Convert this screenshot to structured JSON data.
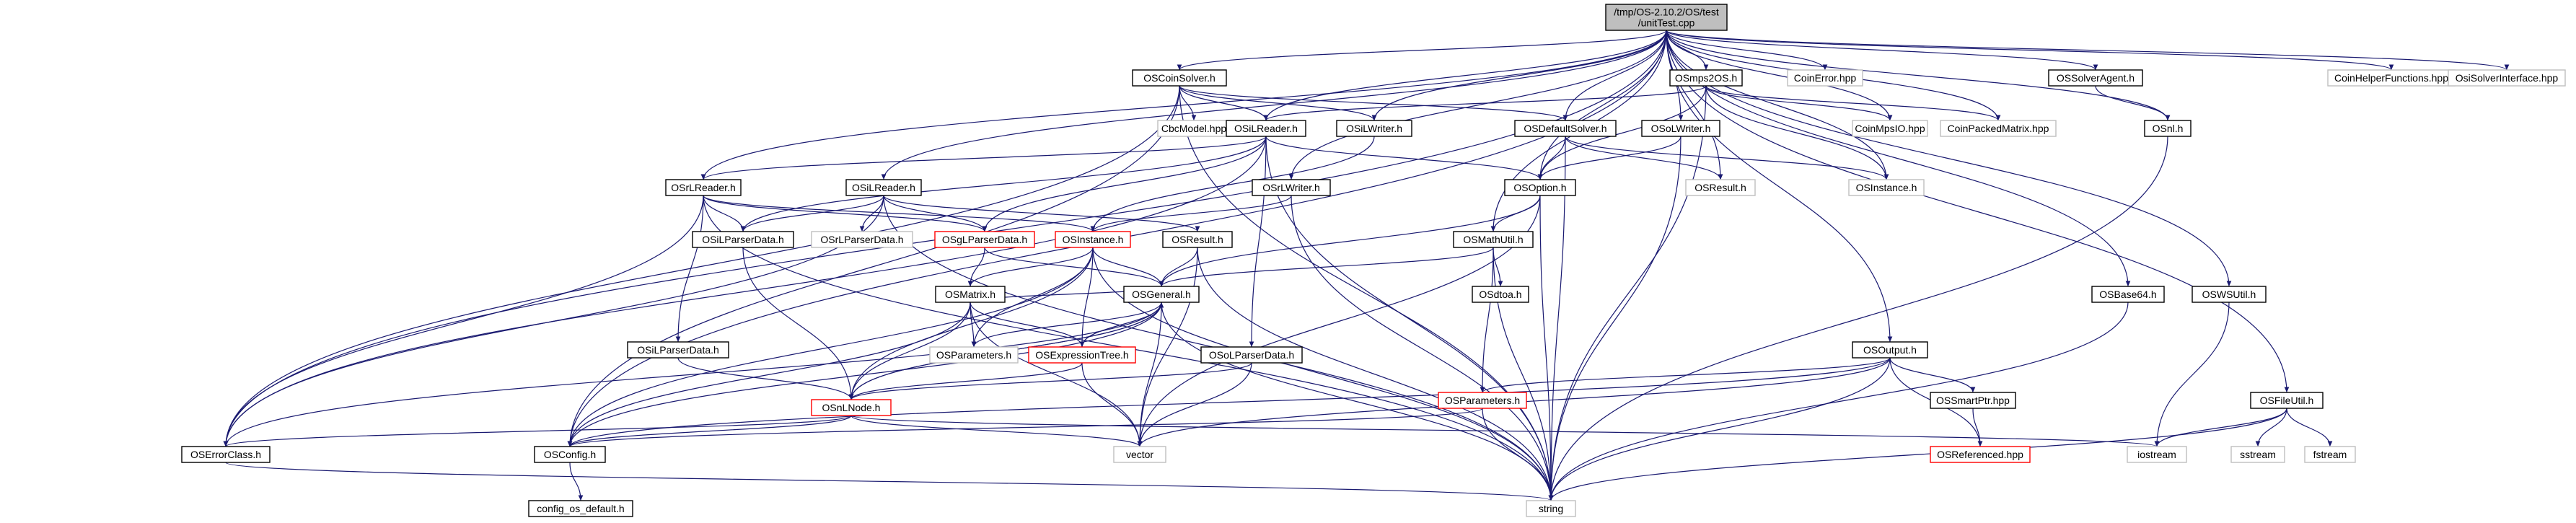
{
  "colors": {
    "edge": "#191970",
    "node_border_black": "#000000",
    "node_border_gray": "#bfbfbf",
    "node_border_red": "#ff0000",
    "root_fill": "#bfbfbf",
    "node_fill": "#ffffff",
    "text": "#000000"
  },
  "nodes": [
    {
      "id": "unittest",
      "label": "/tmp/OS-2.10.2/OS/test\n/unitTest.cpp",
      "style": "root"
    },
    {
      "id": "oscoinsolver",
      "label": "OSCoinSolver.h",
      "style": "black"
    },
    {
      "id": "osmps2os",
      "label": "OSmps2OS.h",
      "style": "black"
    },
    {
      "id": "coinerror",
      "label": "CoinError.hpp",
      "style": "gray"
    },
    {
      "id": "ossolveragent",
      "label": "OSSolverAgent.h",
      "style": "black"
    },
    {
      "id": "coinhelper",
      "label": "CoinHelperFunctions.hpp",
      "style": "gray"
    },
    {
      "id": "osisolver",
      "label": "OsiSolverInterface.hpp",
      "style": "gray"
    },
    {
      "id": "cbcmodel",
      "label": "CbcModel.hpp",
      "style": "gray"
    },
    {
      "id": "osilreader_top",
      "label": "OSiLReader.h",
      "style": "black"
    },
    {
      "id": "osilwriter_top",
      "label": "OSiLWriter.h",
      "style": "black"
    },
    {
      "id": "osdefaultsolver",
      "label": "OSDefaultSolver.h",
      "style": "black"
    },
    {
      "id": "osolwriter",
      "label": "OSoLWriter.h",
      "style": "black"
    },
    {
      "id": "coinmpsio",
      "label": "CoinMpsIO.hpp",
      "style": "gray"
    },
    {
      "id": "coinpackedmatrix",
      "label": "CoinPackedMatrix.hpp",
      "style": "gray"
    },
    {
      "id": "osnl",
      "label": "OSnl.h",
      "style": "black"
    },
    {
      "id": "osrlreader",
      "label": "OSrLReader.h",
      "style": "black"
    },
    {
      "id": "oslreader",
      "label": "OSiLReader.h",
      "style": "black"
    },
    {
      "id": "osrlwriter",
      "label": "OSrLWriter.h",
      "style": "black"
    },
    {
      "id": "osoption",
      "label": "OSOption.h",
      "style": "black"
    },
    {
      "id": "osresult_gray",
      "label": "OSResult.h",
      "style": "gray"
    },
    {
      "id": "osinstance_gray",
      "label": "OSInstance.h",
      "style": "gray"
    },
    {
      "id": "osilparserdata",
      "label": "OSiLParserData.h",
      "style": "black"
    },
    {
      "id": "osrlparserdata",
      "label": "OSrLParserData.h",
      "style": "gray"
    },
    {
      "id": "osglparserdata",
      "label": "OSgLParserData.h",
      "style": "red"
    },
    {
      "id": "osinstance",
      "label": "OSInstance.h",
      "style": "red"
    },
    {
      "id": "osresult",
      "label": "OSResult.h",
      "style": "black"
    },
    {
      "id": "osmathutil",
      "label": "OSMathUtil.h",
      "style": "black"
    },
    {
      "id": "osdtoa",
      "label": "OSdtoa.h",
      "style": "black"
    },
    {
      "id": "osmatrix",
      "label": "OSMatrix.h",
      "style": "black"
    },
    {
      "id": "osgeneral",
      "label": "OSGeneral.h",
      "style": "black"
    },
    {
      "id": "osbase64",
      "label": "OSBase64.h",
      "style": "black"
    },
    {
      "id": "oswsutil",
      "label": "OSWSUtil.h",
      "style": "black"
    },
    {
      "id": "osoutput",
      "label": "OSOutput.h",
      "style": "black"
    },
    {
      "id": "osilparserdata2",
      "label": "OSoLParserData.h",
      "style": "black"
    },
    {
      "id": "osparameters",
      "label": "OSParameters.h",
      "style": "gray"
    },
    {
      "id": "osexpressiontree",
      "label": "OSExpressionTree.h",
      "style": "red"
    },
    {
      "id": "osolparserdata",
      "label": "OSoLParserData.h",
      "style": "black"
    },
    {
      "id": "osnlnode",
      "label": "OSnLNode.h",
      "style": "red"
    },
    {
      "id": "osparameters_red",
      "label": "OSParameters.h",
      "style": "red"
    },
    {
      "id": "ossmartptr",
      "label": "OSSmartPtr.hpp",
      "style": "black"
    },
    {
      "id": "osfileutil",
      "label": "OSFileUtil.h",
      "style": "black"
    },
    {
      "id": "oserrorclass",
      "label": "OSErrorClass.h",
      "style": "black"
    },
    {
      "id": "osconfig",
      "label": "OSConfig.h",
      "style": "black"
    },
    {
      "id": "vector",
      "label": "vector",
      "style": "gray"
    },
    {
      "id": "osreferenced",
      "label": "OSReferenced.hpp",
      "style": "red"
    },
    {
      "id": "iostream",
      "label": "iostream",
      "style": "gray"
    },
    {
      "id": "sstream",
      "label": "sstream",
      "style": "gray"
    },
    {
      "id": "fstream",
      "label": "fstream",
      "style": "gray"
    },
    {
      "id": "config_os_default",
      "label": "config_os_default.h",
      "style": "black"
    },
    {
      "id": "string",
      "label": "string",
      "style": "gray"
    }
  ],
  "edges": [
    [
      "unittest",
      "oscoinsolver"
    ],
    [
      "unittest",
      "osmps2os"
    ],
    [
      "unittest",
      "coinerror"
    ],
    [
      "unittest",
      "ossolveragent"
    ],
    [
      "unittest",
      "coinhelper"
    ],
    [
      "unittest",
      "osisolver"
    ],
    [
      "unittest",
      "osilreader_top"
    ],
    [
      "unittest",
      "osilwriter_top"
    ],
    [
      "unittest",
      "osdefaultsolver"
    ],
    [
      "unittest",
      "osolwriter"
    ],
    [
      "unittest",
      "coinmpsio"
    ],
    [
      "unittest",
      "coinpackedmatrix"
    ],
    [
      "unittest",
      "osnl"
    ],
    [
      "unittest",
      "osrlreader"
    ],
    [
      "unittest",
      "oslreader"
    ],
    [
      "unittest",
      "osrlwriter"
    ],
    [
      "unittest",
      "osoption"
    ],
    [
      "unittest",
      "osresult_gray"
    ],
    [
      "unittest",
      "osinstance_gray"
    ],
    [
      "unittest",
      "osmathutil"
    ],
    [
      "unittest",
      "osbase64"
    ],
    [
      "unittest",
      "oswsutil"
    ],
    [
      "unittest",
      "osoutput"
    ],
    [
      "unittest",
      "osfileutil"
    ],
    [
      "unittest",
      "oserrorclass"
    ],
    [
      "unittest",
      "osconfig"
    ],
    [
      "oscoinsolver",
      "cbcmodel"
    ],
    [
      "oscoinsolver",
      "osilreader_top"
    ],
    [
      "oscoinsolver",
      "osilwriter_top"
    ],
    [
      "oscoinsolver",
      "osdefaultsolver"
    ],
    [
      "oscoinsolver",
      "oserrorclass"
    ],
    [
      "oscoinsolver",
      "osconfig"
    ],
    [
      "oscoinsolver",
      "string"
    ],
    [
      "osmps2os",
      "osilreader_top"
    ],
    [
      "osmps2os",
      "coinmpsio"
    ],
    [
      "osmps2os",
      "coinpackedmatrix"
    ],
    [
      "osmps2os",
      "osoption"
    ],
    [
      "osmps2os",
      "osinstance_gray"
    ],
    [
      "osmps2os",
      "string"
    ],
    [
      "ossolveragent",
      "osnl"
    ],
    [
      "osnl",
      "string"
    ],
    [
      "osilreader_top",
      "osrlreader"
    ],
    [
      "osilreader_top",
      "osilparserdata"
    ],
    [
      "osilreader_top",
      "osglparserdata"
    ],
    [
      "osilreader_top",
      "osoption"
    ],
    [
      "osilreader_top",
      "osolparserdata"
    ],
    [
      "osilreader_top",
      "oserrorclass"
    ],
    [
      "osilreader_top",
      "string"
    ],
    [
      "osilwriter_top",
      "osinstance"
    ],
    [
      "osdefaultsolver",
      "osoption"
    ],
    [
      "osdefaultsolver",
      "osresult_gray"
    ],
    [
      "osdefaultsolver",
      "osinstance_gray"
    ],
    [
      "osdefaultsolver",
      "string"
    ],
    [
      "osolwriter",
      "osoption"
    ],
    [
      "osolwriter",
      "string"
    ],
    [
      "osrlreader",
      "osilparserdata"
    ],
    [
      "osrlreader",
      "osglparserdata"
    ],
    [
      "osrlreader",
      "osinstance"
    ],
    [
      "osrlreader",
      "osrlparserdata2"
    ],
    [
      "osrlreader",
      "oserrorclass"
    ],
    [
      "osrlreader",
      "string"
    ],
    [
      "oslreader",
      "osilparserdata"
    ],
    [
      "oslreader",
      "osrlparserdata"
    ],
    [
      "oslreader",
      "osglparserdata"
    ],
    [
      "oslreader",
      "osresult"
    ],
    [
      "oslreader",
      "oserrorclass"
    ],
    [
      "oslreader",
      "string"
    ],
    [
      "osrlwriter",
      "osinstance"
    ],
    [
      "osrlwriter",
      "string"
    ],
    [
      "osoption",
      "osmathutil"
    ],
    [
      "osoption",
      "osgeneral"
    ],
    [
      "osoption",
      "vector"
    ],
    [
      "osoption",
      "string"
    ],
    [
      "osinstance",
      "osmatrix"
    ],
    [
      "osinstance",
      "osgeneral"
    ],
    [
      "osinstance",
      "osexpressiontree"
    ],
    [
      "osinstance",
      "osnlnode"
    ],
    [
      "osinstance",
      "osparameters"
    ],
    [
      "osinstance",
      "osconfig"
    ],
    [
      "osinstance",
      "string"
    ],
    [
      "osresult",
      "osgeneral"
    ],
    [
      "osresult",
      "vector"
    ],
    [
      "osresult",
      "string"
    ],
    [
      "osglparserdata",
      "osmatrix"
    ],
    [
      "osglparserdata",
      "osgeneral"
    ],
    [
      "osilparserdata",
      "osnlnode"
    ],
    [
      "osrlparserdata2",
      "osnlnode"
    ],
    [
      "osmathutil",
      "osdtoa"
    ],
    [
      "osmathutil",
      "osgeneral"
    ],
    [
      "osmathutil",
      "osparameters_red"
    ],
    [
      "osmathutil",
      "string"
    ],
    [
      "osmatrix",
      "osgeneral"
    ],
    [
      "osmatrix",
      "osexpressiontree"
    ],
    [
      "osmatrix",
      "osnlnode"
    ],
    [
      "osmatrix",
      "osparameters"
    ],
    [
      "osmatrix",
      "vector"
    ],
    [
      "osmatrix",
      "osconfig"
    ],
    [
      "osgeneral",
      "osparameters"
    ],
    [
      "osgeneral",
      "osexpressiontree"
    ],
    [
      "osgeneral",
      "osnlnode"
    ],
    [
      "osgeneral",
      "osconfig"
    ],
    [
      "osgeneral",
      "oserrorclass"
    ],
    [
      "osgeneral",
      "vector"
    ],
    [
      "osgeneral",
      "string"
    ],
    [
      "osexpressiontree",
      "osnlnode"
    ],
    [
      "osexpressiontree",
      "vector"
    ],
    [
      "osolparserdata",
      "osnlnode"
    ],
    [
      "osolparserdata",
      "vector"
    ],
    [
      "osnlnode",
      "osgeneral"
    ],
    [
      "osnlnode",
      "oserrorclass"
    ],
    [
      "osnlnode",
      "osconfig"
    ],
    [
      "osnlnode",
      "vector"
    ],
    [
      "osnlnode",
      "iostream"
    ],
    [
      "osoutput",
      "osparameters_red"
    ],
    [
      "osoutput",
      "ossmartptr"
    ],
    [
      "osoutput",
      "osreferenced"
    ],
    [
      "osoutput",
      "vector"
    ],
    [
      "osoutput",
      "string"
    ],
    [
      "osoutput",
      "osconfig"
    ],
    [
      "osparameters_red",
      "osconfig"
    ],
    [
      "osparameters_red",
      "string"
    ],
    [
      "ossmartptr",
      "osreferenced"
    ],
    [
      "osbase64",
      "string"
    ],
    [
      "oswsutil",
      "iostream"
    ],
    [
      "osfileutil",
      "iostream"
    ],
    [
      "osfileutil",
      "sstream"
    ],
    [
      "osfileutil",
      "fstream"
    ],
    [
      "osfileutil",
      "string"
    ],
    [
      "oserrorclass",
      "string"
    ],
    [
      "osconfig",
      "config_os_default"
    ]
  ]
}
